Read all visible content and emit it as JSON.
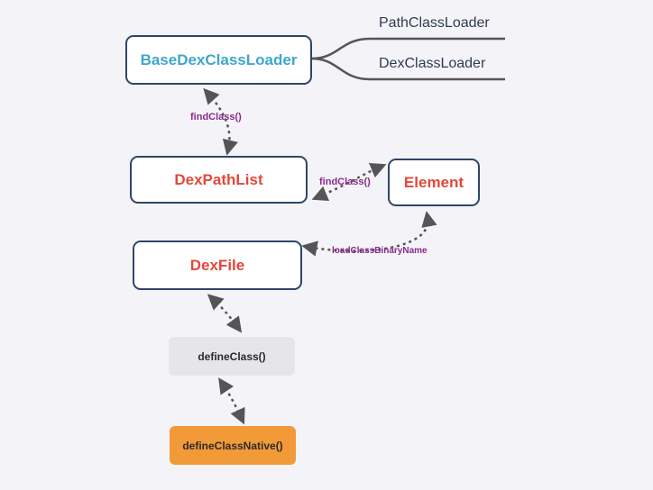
{
  "nodes": {
    "base_dex_class_loader": "BaseDexClassLoader",
    "dex_path_list": "DexPathList",
    "element": "Element",
    "dex_file": "DexFile",
    "define_class": "defineClass()",
    "define_class_native": "defineClassNative()"
  },
  "branches": {
    "path_class_loader": "PathClassLoader",
    "dex_class_loader": "DexClassLoader"
  },
  "edges": {
    "find_class_1": "findClass()",
    "find_class_2": "findClass()",
    "load_class_binary_name": "loadClassBinaryName"
  },
  "colors": {
    "background": "#f4f4f8",
    "node_border": "#2f4668",
    "title_blue": "#3ea7cb",
    "title_red": "#e2493a",
    "edge_label_purple": "#8a2a8c",
    "arrow_gray": "#555555",
    "native_orange": "#f29a38",
    "method_gray": "#e6e6ea"
  }
}
